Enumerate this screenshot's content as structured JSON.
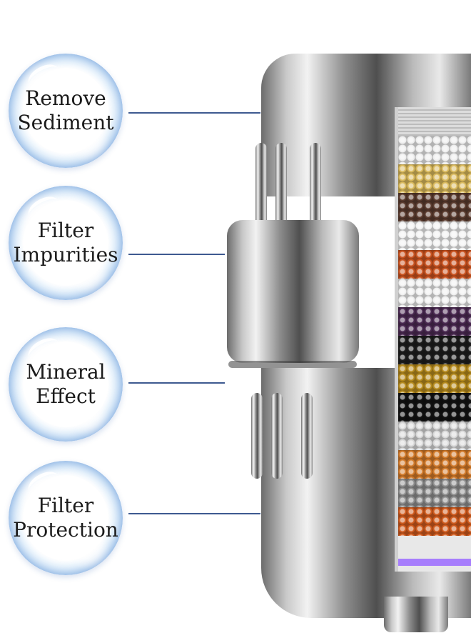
{
  "bubbles": [
    {
      "label": "Remove\nSediment"
    },
    {
      "label": "Filter\nImpurities"
    },
    {
      "label": "Mineral\nEffect"
    },
    {
      "label": "Filter\nProtection"
    }
  ],
  "colors": {
    "connector_line": "#3e5a90",
    "bubble_rim": "#2f6fc4"
  },
  "filter_layers": [
    {
      "name": "white-beads",
      "color": "#eeeeee"
    },
    {
      "name": "gold-beads",
      "color": "#d9b95c"
    },
    {
      "name": "brown-beads",
      "color": "#5a3b2e"
    },
    {
      "name": "white-beads",
      "color": "#f2f2f2"
    },
    {
      "name": "orange-beads",
      "color": "#c9521f"
    },
    {
      "name": "white-beads",
      "color": "#efefef"
    },
    {
      "name": "purple-beads",
      "color": "#4b2a52"
    },
    {
      "name": "black-beads",
      "color": "#1d1d1d"
    },
    {
      "name": "gold-granules",
      "color": "#b58a1d"
    },
    {
      "name": "black-granules",
      "color": "#121212"
    },
    {
      "name": "grey-beads",
      "color": "#d8d8d8"
    },
    {
      "name": "orange-beads",
      "color": "#d27a2a"
    },
    {
      "name": "grey-beads",
      "color": "#8f8f8f"
    },
    {
      "name": "orange-beads",
      "color": "#cf5a1d"
    }
  ]
}
